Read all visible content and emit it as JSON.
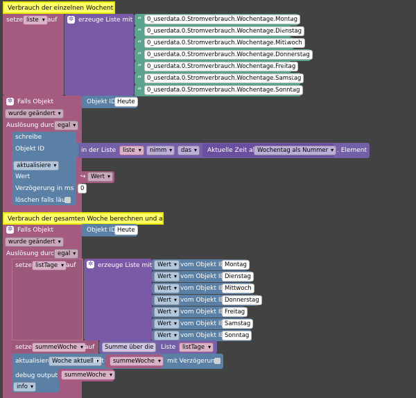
{
  "comments": {
    "first": "Verbrauch der einzelnen Wochentage",
    "second": "Verbrauch der gesamten Woche berechnen und aktua..."
  },
  "block1": {
    "setze_label": "setze",
    "var_liste": "liste",
    "auf_label": "auf",
    "create_list_label": "erzeuge Liste mit",
    "items": [
      "0_userdata.0.Stromverbrauch.Wochentage.Montag",
      "0_userdata.0.Stromverbrauch.Wochentage.Dienstag",
      "0_userdata.0.Stromverbrauch.Wochentage.Mittwoch",
      "0_userdata.0.Stromverbrauch.Wochentage.Donnerstag",
      "0_userdata.0.Stromverbrauch.Wochentage.Freitag",
      "0_userdata.0.Stromverbrauch.Wochentage.Samstag",
      "0_userdata.0.Stromverbrauch.Wochentage.Sonntag"
    ]
  },
  "block2": {
    "falls_objekt": "Falls Objekt",
    "objekt_id_label": "Objekt ID",
    "objekt_id_value": "Heute",
    "wurde_geaendert": "wurde geändert",
    "ausloesung_label": "Auslösung durch",
    "ausloesung_value": "egal",
    "schreibe": "schreibe",
    "objekt_id": "Objekt ID",
    "in_der_liste": "in der Liste",
    "var_liste": "liste",
    "nimm": "nimm",
    "das": "das",
    "aktuelle_zeit": "Aktuelle Zeit als",
    "wochentag_als_nummer": "Wochentag als Nummer",
    "element_label": ". Element",
    "aktualisiere": "aktualisiere",
    "wert_label": "Wert",
    "wert_value": "Wert",
    "verzoegerung_label": "Verzögerung in ms",
    "verzoegerung_value": "0",
    "loeschen_label": "löschen falls läuft"
  },
  "block3": {
    "falls_objekt": "Falls Objekt",
    "objekt_id_label": "Objekt ID",
    "objekt_id_value": "Heute",
    "wurde_geaendert": "wurde geändert",
    "ausloesung_label": "Auslösung durch",
    "ausloesung_value": "egal",
    "setze_label": "setze",
    "var_listtage": "listTage",
    "auf_label": "auf",
    "create_list_label": "erzeuge Liste mit",
    "wert_items": [
      {
        "wert": "Wert",
        "vom": "vom Objekt ID",
        "day": "Montag"
      },
      {
        "wert": "Wert",
        "vom": "vom Objekt ID",
        "day": "Dienstag"
      },
      {
        "wert": "Wert",
        "vom": "vom Objekt ID",
        "day": "Mittwoch"
      },
      {
        "wert": "Wert",
        "vom": "vom Objekt ID",
        "day": "Donnerstag"
      },
      {
        "wert": "Wert",
        "vom": "vom Objekt ID",
        "day": "Freitag"
      },
      {
        "wert": "Wert",
        "vom": "vom Objekt ID",
        "day": "Samstag"
      },
      {
        "wert": "Wert",
        "vom": "vom Objekt ID",
        "day": "Sonntag"
      }
    ],
    "setze2_label": "setze",
    "var_summewoche": "summeWoche",
    "auf2_label": "auf",
    "summe_label": "Summe über die",
    "liste_label": "Liste",
    "var_listtage2": "listTage",
    "aktualisiere_label": "aktualisiere",
    "woche_aktuell": "Woche aktuell",
    "mit_label": "mit",
    "var_summewoche2": "summeWoche",
    "mit_verzoegerung": "mit Verzögerung",
    "debug_output": "debug output",
    "var_summewoche3": "summeWoche",
    "info_value": "info"
  }
}
